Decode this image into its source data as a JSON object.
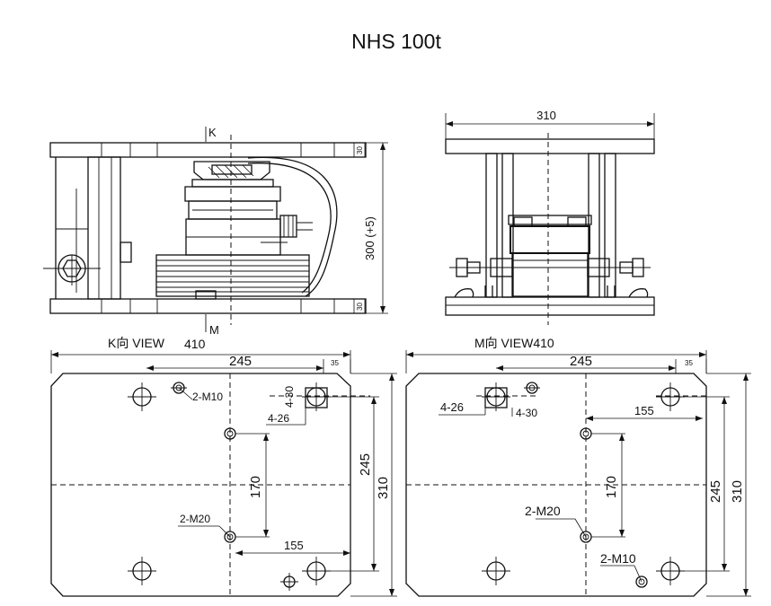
{
  "title": "NHS 100t",
  "front_view": {
    "label_k": "K",
    "label_m": "M",
    "dim_top_plate": "30",
    "dim_bottom_plate": "30",
    "dim_height": "300 (+5)"
  },
  "side_view": {
    "dim_width": "310"
  },
  "k_view": {
    "caption": "K向 VIEW",
    "dim_width": "410",
    "dim_245": "245",
    "dim_35": "35",
    "dim_170": "170",
    "dim_155": "155",
    "dim_right_245": "245",
    "dim_right_310": "310",
    "label_hole_430": "4-30",
    "label_hole_426": "4-26",
    "label_m10": "2-M10",
    "label_m20": "2-M20"
  },
  "m_view": {
    "caption": "M向 VIEW410",
    "dim_245": "245",
    "dim_35": "35",
    "dim_155": "155",
    "dim_170": "170",
    "dim_right_245": "245",
    "dim_right_310": "310",
    "label_hole_426": "4-26",
    "label_hole_430": "4-30",
    "label_m20": "2-M20",
    "label_m10": "2-M10"
  }
}
